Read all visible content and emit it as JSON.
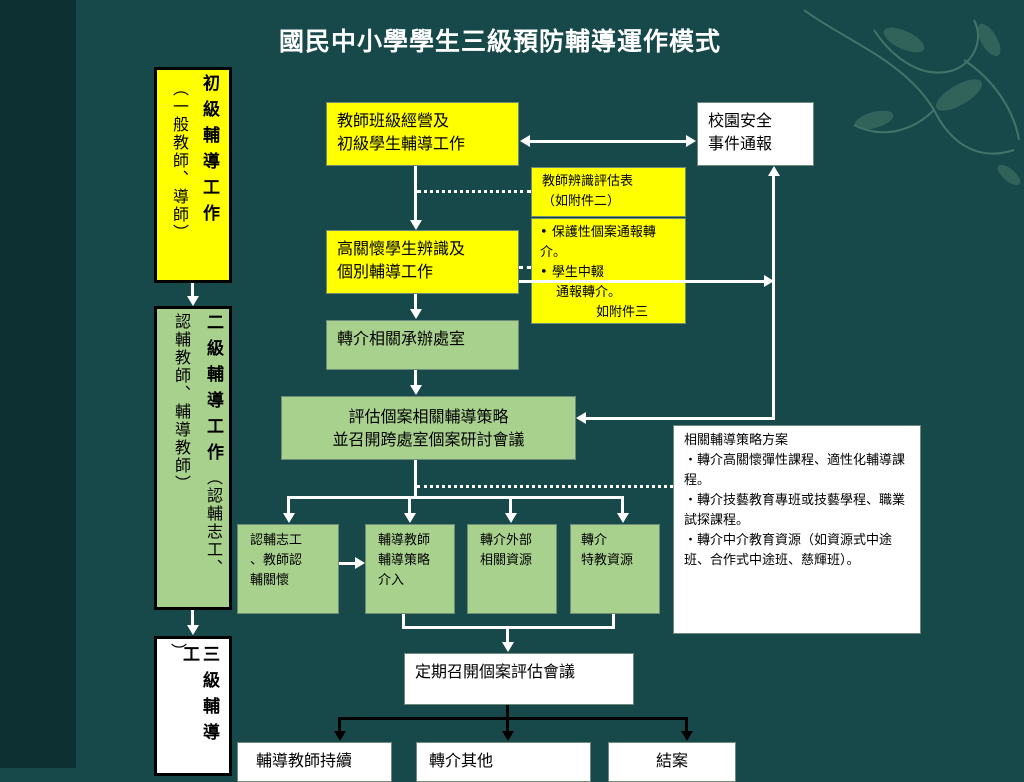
{
  "title": "國民中小學學生三級預防輔導運作模式",
  "levels": {
    "level1": {
      "main": "初級輔導工作",
      "sub": "（一般教師、導師）"
    },
    "level2": {
      "main": "二級輔導工作",
      "sub_right": "（認輔志工、",
      "sub_left": "認輔教師、輔導教師）"
    },
    "level3": {
      "main": "三級輔導工",
      "sub": "）"
    }
  },
  "boxes": {
    "teacher_class": {
      "line1": "教師班級經營及",
      "line2": "初級學生輔導工作"
    },
    "campus_safety": {
      "line1": "校園安全",
      "line2": "事件通報"
    },
    "eval_form": {
      "line1": "教師辨識評估表",
      "line2": "（如附件二）"
    },
    "report_list": {
      "item1": "保護性個案通報轉介。",
      "item2_a": "學生中輟",
      "item2_b": "通報轉介。",
      "item2_c": "如附件三",
      "bullet": "•"
    },
    "high_concern": {
      "line1": "高關懷學生辨識及",
      "line2": "個別輔導工作"
    },
    "referral_office": {
      "text": "轉介相關承辦處室"
    },
    "assess_strategy": {
      "line1": "評估個案相關輔導策略",
      "line2": "並召開跨處室個案研討會議"
    },
    "strategy_plan": {
      "heading": "相關輔導策略方案",
      "item1": "‧轉介高關懷彈性課程、適性化輔導課程。",
      "item2": "‧轉介技藝教育專班或技藝學程、職業試探課程。",
      "item3": "‧轉介中介教育資源（如資源式中途班、合作式中途班、慈輝班）。"
    },
    "volunteer": {
      "line1": "認輔志工",
      "line2": "、教師認",
      "line3": "輔關懷"
    },
    "counselor_strategy": {
      "line1": "輔導教師",
      "line2": "輔導策略",
      "line3": "介入"
    },
    "external": {
      "line1": "轉介外部",
      "line2": "相關資源"
    },
    "special_ed": {
      "line1": "轉介",
      "line2": "特教資源"
    },
    "periodic_meeting": {
      "text": "定期召開個案評估會議"
    },
    "continue": {
      "text": "輔導教師持續"
    },
    "refer_other": {
      "text": "轉介其他"
    },
    "close_case": {
      "text": "結案"
    }
  },
  "colors": {
    "background": "#17494a",
    "accent_yellow": "#ffff00",
    "accent_green": "#a9d18e",
    "connector": "#ffffff"
  }
}
